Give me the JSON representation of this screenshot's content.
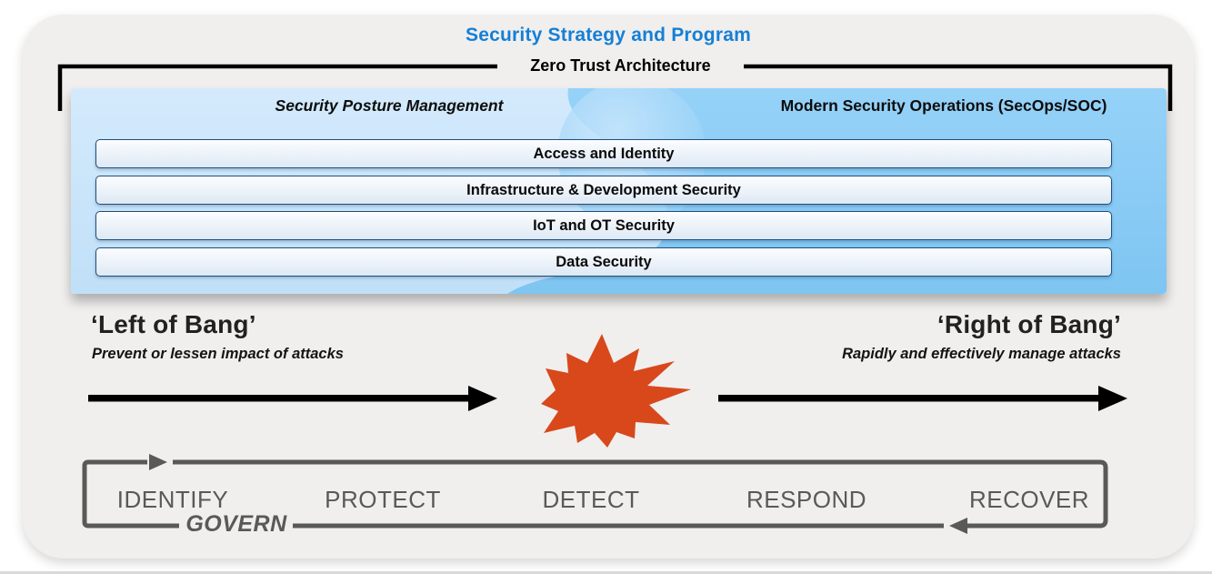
{
  "title": "Security Strategy and Program",
  "bracket": {
    "label": "Zero Trust Architecture"
  },
  "panel": {
    "left_header": "Security Posture Management",
    "right_header": "Modern Security Operations (SecOps/SOC)",
    "rows": [
      "Access and Identity",
      "Infrastructure & Development Security",
      "IoT and OT Security",
      "Data Security"
    ]
  },
  "bang": {
    "left_title": "‘Left of Bang’",
    "left_subtitle": "Prevent or lessen impact of attacks",
    "right_title": "‘Right of Bang’",
    "right_subtitle": "Rapidly and effectively manage attacks"
  },
  "cycle": {
    "stages": [
      "IDENTIFY",
      "PROTECT",
      "DETECT",
      "RESPOND",
      "RECOVER"
    ],
    "govern_label": "GOVERN"
  },
  "icons": {
    "explosion": "explosion-starburst-icon",
    "flow_arrows": "black-right-arrow"
  },
  "colors": {
    "title_blue": "#157fd6",
    "panel_left_blue": "#c9e5fa",
    "panel_right_blue": "#8bccf6",
    "row_border_navy": "#1f4e79",
    "explosion_orange": "#d8481b",
    "cycle_gray": "#595959",
    "bracket_black": "#000000",
    "card_gray": "#f0efee"
  }
}
